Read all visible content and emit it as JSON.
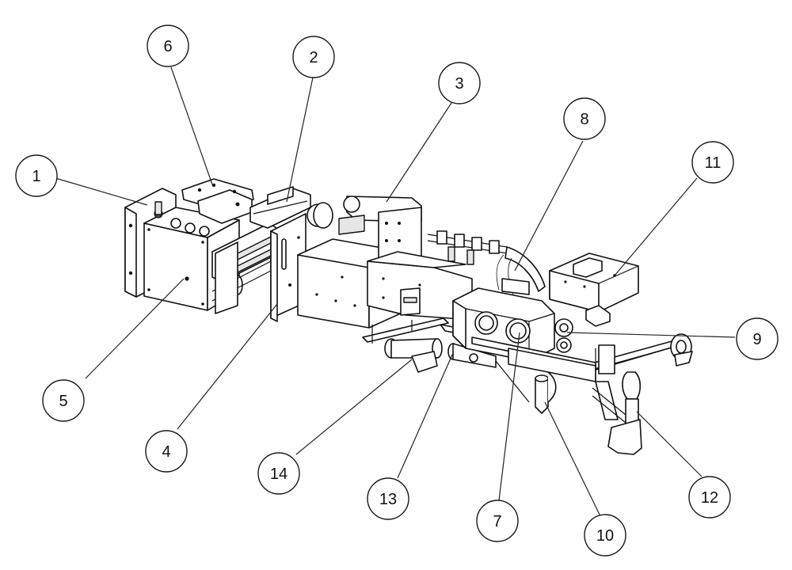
{
  "figure": {
    "background": "#ffffff",
    "line_color": "#111111",
    "callouts": [
      {
        "id": "callout-1",
        "label": "1"
      },
      {
        "id": "callout-2",
        "label": "2"
      },
      {
        "id": "callout-3",
        "label": "3"
      },
      {
        "id": "callout-4",
        "label": "4"
      },
      {
        "id": "callout-5",
        "label": "5"
      },
      {
        "id": "callout-6",
        "label": "6"
      },
      {
        "id": "callout-7",
        "label": "7"
      },
      {
        "id": "callout-8",
        "label": "8"
      },
      {
        "id": "callout-9",
        "label": "9"
      },
      {
        "id": "callout-10",
        "label": "10"
      },
      {
        "id": "callout-11",
        "label": "11"
      },
      {
        "id": "callout-12",
        "label": "12"
      },
      {
        "id": "callout-13",
        "label": "13"
      },
      {
        "id": "callout-14",
        "label": "14"
      }
    ]
  }
}
